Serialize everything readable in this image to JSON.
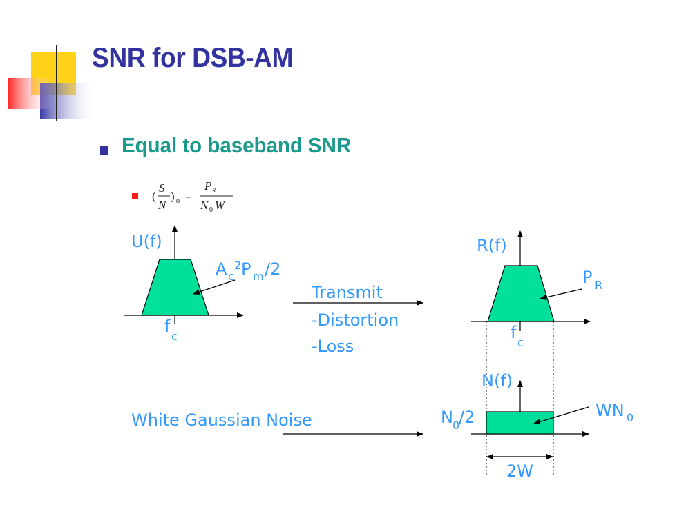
{
  "slide": {
    "title": "SNR for DSB-AM",
    "bullet": "Equal to baseband SNR"
  },
  "equation": {
    "left_num": "S",
    "left_den": "N",
    "left_sub": "0",
    "equals": "=",
    "right_num_base": "P",
    "right_num_sub": "R",
    "right_den_base": "N",
    "right_den_sub": "0",
    "right_den_tail": "W"
  },
  "diagram": {
    "uf_label": "U(f)",
    "uf_area_base": "A",
    "uf_area_c": "c",
    "uf_area_sup": "2",
    "uf_area_p": "P",
    "uf_area_m": "m",
    "uf_area_tail": "/2",
    "fc_base": "f",
    "fc_sub": "c",
    "transmit": "Transmit",
    "distortion": "-Distortion",
    "loss": "-Loss",
    "rf_label": "R(f)",
    "pr_base": "P",
    "pr_sub": "R",
    "nf_label": "N(f)",
    "noise_label": "White Gaussian Noise",
    "n0_base": "N",
    "n0_sub": "0",
    "n0_tail": "/2",
    "wn0_base": "WN",
    "wn0_sub": "0",
    "bandwidth": "2W"
  },
  "colors": {
    "title": "#3333a0",
    "heading": "#1a9a8c",
    "diagram_text": "#3399ff",
    "fill": "#00e09a",
    "bullet_red": "#ff1a1a",
    "deco_yellow": "#ffd21a",
    "deco_blue": "#3a3aa8",
    "deco_red": "#ff5050"
  }
}
